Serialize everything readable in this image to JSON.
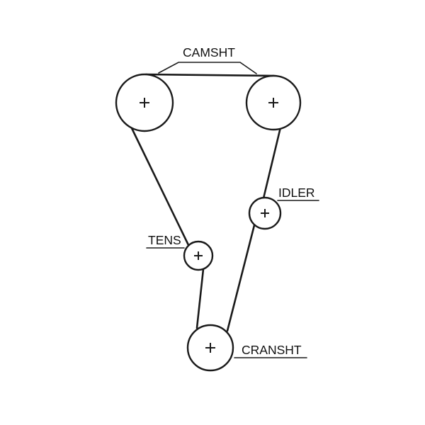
{
  "page": {
    "background_color": "#ffffff",
    "line_color": "#1a1a1a"
  },
  "diagram": {
    "type": "timing-belt-routing",
    "labels": {
      "camshaft": "CAMSHT",
      "idler": "IDLER",
      "tensioner": "TENS",
      "crankshaft": "CRANSHT"
    },
    "icons": {
      "pulley_center": "cross-mark"
    },
    "pulleys": [
      {
        "id": "camshaft-left",
        "label": "CAMSHT",
        "marker": "+"
      },
      {
        "id": "camshaft-right",
        "label": "CAMSHT",
        "marker": "+"
      },
      {
        "id": "idler",
        "label": "IDLER",
        "marker": "+"
      },
      {
        "id": "tensioner",
        "label": "TENS",
        "marker": "+"
      },
      {
        "id": "crankshaft",
        "label": "CRANSHT",
        "marker": "+"
      }
    ]
  }
}
